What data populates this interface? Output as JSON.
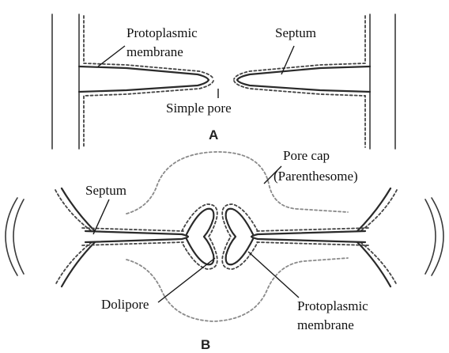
{
  "panel_a": {
    "letter": "A",
    "labels": {
      "protoplasmic_membrane_line1": "Protoplasmic",
      "protoplasmic_membrane_line2": "membrane",
      "septum": "Septum",
      "simple_pore": "Simple pore"
    }
  },
  "panel_b": {
    "letter": "B",
    "labels": {
      "pore_cap_line1": "Pore cap",
      "pore_cap_line2": "(Parenthesome)",
      "septum": "Septum",
      "dolipore": "Dolipore",
      "protoplasmic_membrane_line1": "Protoplasmic",
      "protoplasmic_membrane_line2": "membrane"
    }
  }
}
